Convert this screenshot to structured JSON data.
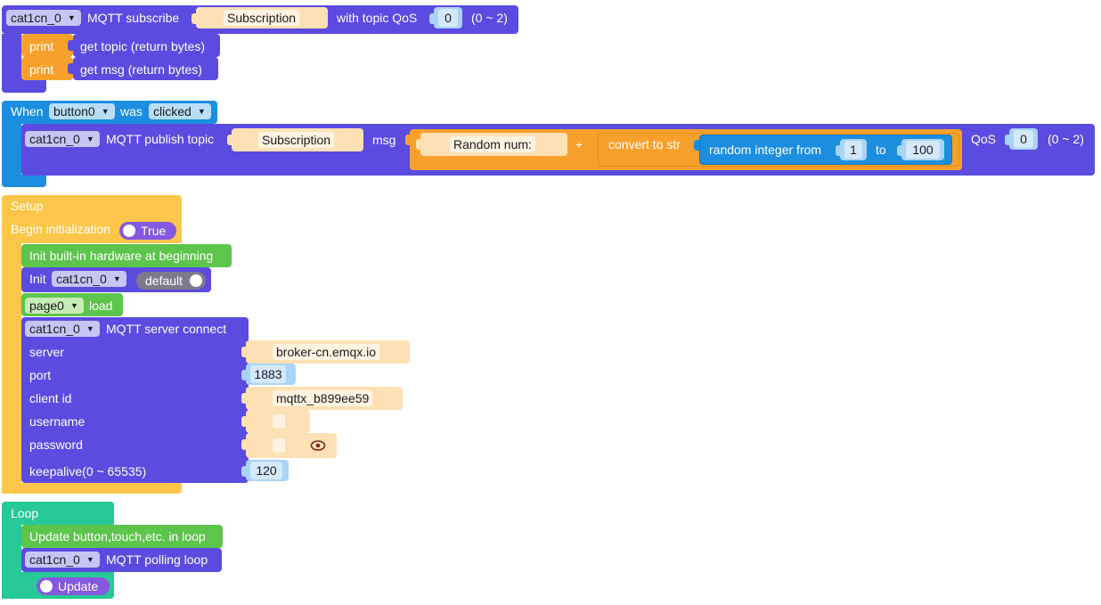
{
  "subscribe_block": {
    "device": "cat1cn_0",
    "label": "MQTT subscribe",
    "topic": "Subscription",
    "qos_label": "with topic QoS",
    "qos": "0",
    "qos_range": "(0 ~ 2)",
    "print1_label": "print",
    "print1_value": "get topic (return bytes)",
    "print2_label": "print",
    "print2_value": "get msg (return bytes)"
  },
  "event_block": {
    "when_label": "When",
    "button": "button0",
    "was_label": "was",
    "event": "clicked",
    "device": "cat1cn_0",
    "publish_label": "MQTT publish topic",
    "topic": "Subscription",
    "msg_label": "msg",
    "msg_prefix": "Random num:",
    "plus": "+",
    "convert_label": "convert to str",
    "random_label": "random integer from",
    "from": "1",
    "to_label": "to",
    "to": "100",
    "qos_label": "QoS",
    "qos": "0",
    "qos_range": "(0 ~ 2)"
  },
  "setup_block": {
    "title": "Setup",
    "begin_label": "Begin initialization",
    "begin_toggle": "True",
    "init_hw_label": "Init built-in hardware at beginning",
    "init_label": "Init",
    "init_device": "cat1cn_0",
    "init_toggle": "default",
    "page": "page0",
    "load_label": "load",
    "connect_device": "cat1cn_0",
    "connect_label": "MQTT server connect",
    "server_label": "server",
    "server_value": "broker-cn.emqx.io",
    "port_label": "port",
    "port_value": "1883",
    "client_label": "client id",
    "client_value": "mqttx_b899ee59",
    "username_label": "username",
    "username_value": "",
    "password_label": "password",
    "password_value": "",
    "keepalive_label": "keepalive(0 ~ 65535)",
    "keepalive_value": "120"
  },
  "loop_block": {
    "title": "Loop",
    "update_label": "Update button,touch,etc. in loop",
    "device": "cat1cn_0",
    "polling_label": "MQTT polling loop",
    "update_toggle": "Update"
  },
  "icons": {
    "dropdown": "triangle-down",
    "open_quote": "“",
    "close_quote": "”",
    "password_eye": "eye-icon"
  },
  "colors": {
    "mqtt_purple": "#5b4be0",
    "event_blue": "#1c8ee0",
    "setup_yellow": "#fcc64a",
    "hardware_green": "#5dc54c",
    "loop_teal": "#27c996",
    "print_orange": "#f7a12c",
    "string_peach": "#fde0b4",
    "number_lightblue": "#a9d4f7"
  }
}
